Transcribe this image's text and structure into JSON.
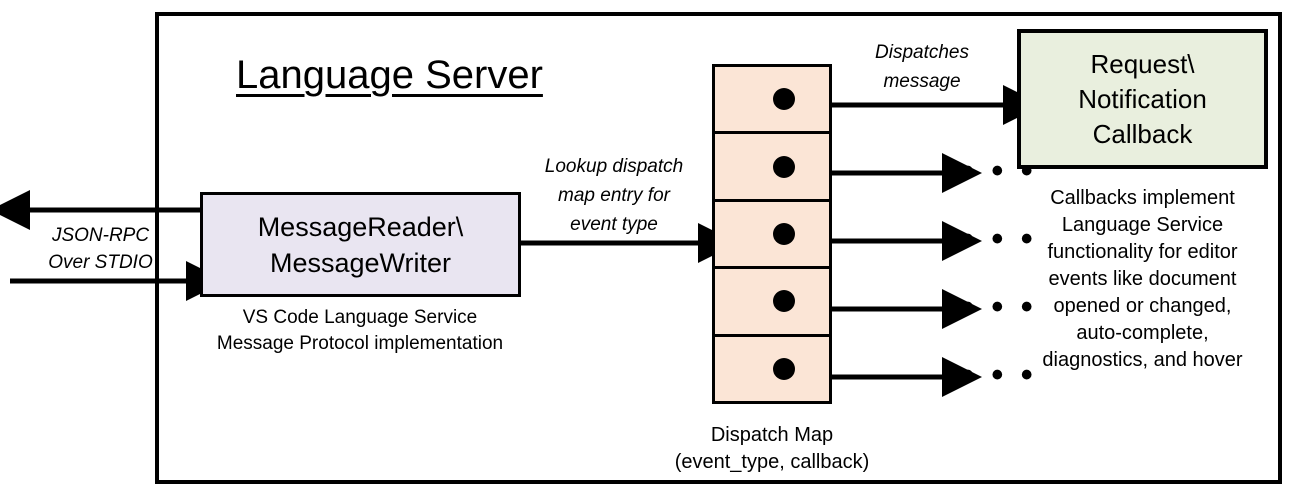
{
  "diagram": {
    "title": "Language Server",
    "outer_frame_label": "language-server-boundary",
    "colors": {
      "message_box_fill": "#E9E5F1",
      "dispatch_cell_fill": "#FBE5D6",
      "callback_box_fill": "#E9EFDE",
      "stroke": "#000000",
      "background": "#FFFFFF"
    }
  },
  "external_io": {
    "label_line1": "JSON-RPC",
    "label_line2": "Over STDIO",
    "outbound_arrow": "arrow-out-to-client",
    "inbound_arrow": "arrow-in-from-client"
  },
  "message_box": {
    "line1": "MessageReader\\",
    "line2": "MessageWriter",
    "caption_line1": "VS Code Language Service",
    "caption_line2": "Message Protocol implementation"
  },
  "lookup_edge": {
    "line1": "Lookup dispatch",
    "line2": "map entry for",
    "line3": "event type"
  },
  "dispatch_map": {
    "caption_line1": "Dispatch Map",
    "caption_line2": "(event_type, callback)",
    "cells": [
      {
        "index": 0,
        "dot": "entry-dot"
      },
      {
        "index": 1,
        "dot": "entry-dot"
      },
      {
        "index": 2,
        "dot": "entry-dot"
      },
      {
        "index": 3,
        "dot": "entry-dot"
      },
      {
        "index": 4,
        "dot": "entry-dot"
      }
    ]
  },
  "dispatch_edge": {
    "line1": "Dispatches",
    "line2": "message"
  },
  "callback_box": {
    "line1": "Request\\",
    "line2": "Notification",
    "line3": "Callback",
    "caption_line1": "Callbacks implement",
    "caption_line2": "Language Service",
    "caption_line3": "functionality for editor",
    "caption_line4": "events like document",
    "caption_line5": "opened or changed,",
    "caption_line6": "auto-complete,",
    "caption_line7": "diagnostics, and hover"
  },
  "ellipses": {
    "glyph": "• • •"
  }
}
